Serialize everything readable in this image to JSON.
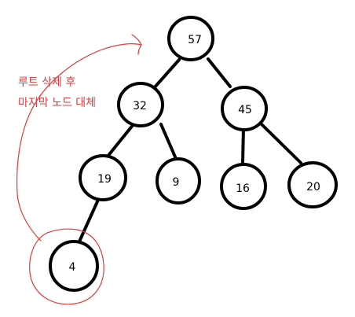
{
  "colors": {
    "node_stroke": "#000000",
    "edge_stroke": "#000000",
    "annotation": "#e03a3a"
  },
  "annotation": {
    "line1": "루트 삭제 후",
    "line2": "마지막 노드 대체"
  },
  "tree": {
    "root": "57",
    "left": "32",
    "right": "45",
    "left_left": "19",
    "left_right": "9",
    "right_left": "16",
    "right_right": "20",
    "left_left_left": "4"
  }
}
